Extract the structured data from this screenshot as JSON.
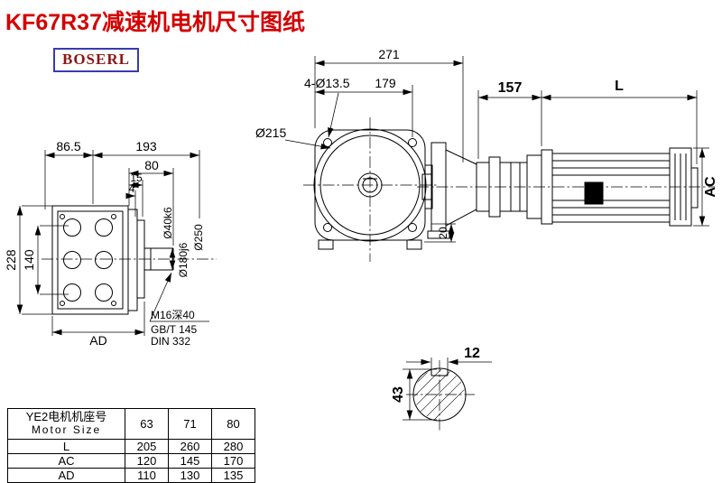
{
  "title": "KF67R37减速机电机尺寸图纸",
  "brand": "BOSERL",
  "colors": {
    "title": "#d40000",
    "brand_text": "#8b1616",
    "brand_border": "#3a3ab0",
    "line": "#000000"
  },
  "dims": {
    "w271": "271",
    "w179": "179",
    "holes": "4-Ø13.5",
    "flange": "Ø215",
    "len157": "157",
    "lenL": "L",
    "ac": "AC",
    "a865": "86.5",
    "b193": "193",
    "c80": "80",
    "d15": "15",
    "e4": "4",
    "h228": "228",
    "h140": "140",
    "ad": "AD",
    "shaft": "Ø40k6",
    "spigot": "Ø180j6",
    "flange_od": "Ø250",
    "tap1": "M16深40",
    "tap2": "GB/T 145",
    "tap3": "DIN 332",
    "foot20": "20",
    "key12": "12",
    "key43": "43"
  },
  "table": {
    "header_cn": "YE2电机机座号",
    "header_en": "Motor Size",
    "sizes": [
      "63",
      "71",
      "80"
    ],
    "rows": [
      {
        "label": "L",
        "values": [
          "205",
          "260",
          "280"
        ]
      },
      {
        "label": "AC",
        "values": [
          "120",
          "145",
          "170"
        ]
      },
      {
        "label": "AD",
        "values": [
          "110",
          "130",
          "135"
        ]
      }
    ]
  }
}
